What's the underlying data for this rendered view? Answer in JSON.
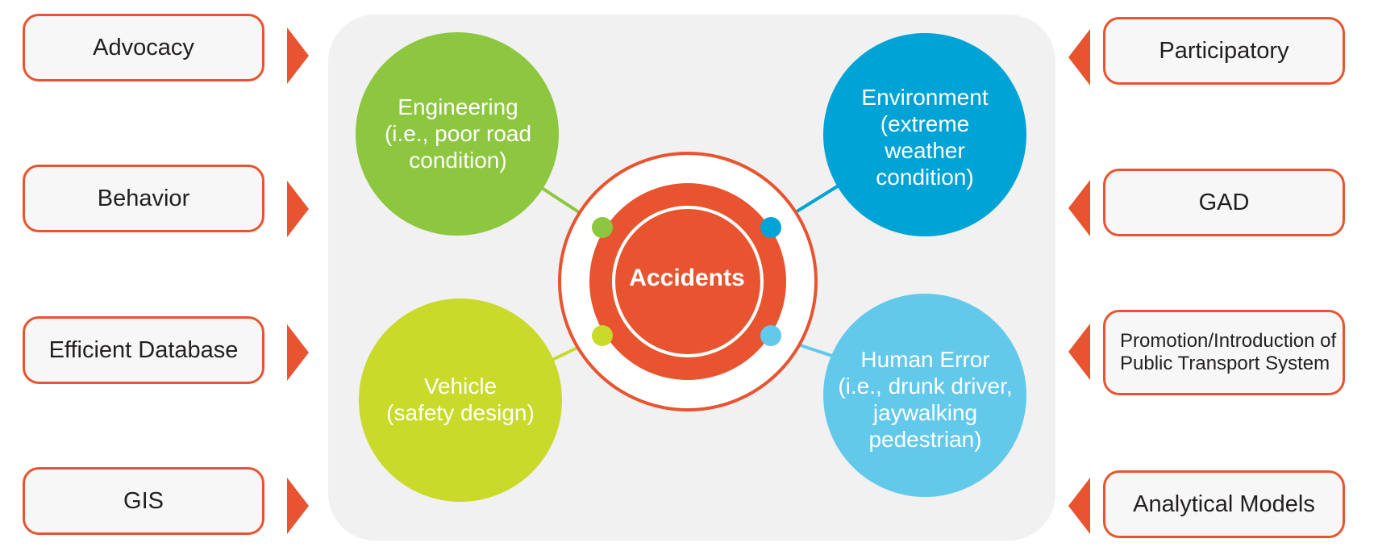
{
  "diagram": {
    "center": {
      "label": "Accidents",
      "color": "#e8542f"
    },
    "factors": [
      {
        "id": "engineering",
        "text": "Engineering\n(i.e., poor road\ncondition)",
        "color": "#8dc63f"
      },
      {
        "id": "environment",
        "text": "Environment\n(extreme\nweather\ncondition)",
        "color": "#00a3d5"
      },
      {
        "id": "vehicle",
        "text": "Vehicle\n(safety design)",
        "color": "#c9da2b"
      },
      {
        "id": "human-error",
        "text": "Human Error\n(i.e., drunk driver,\njaywalking\npedestrian)",
        "color": "#62c9eb"
      }
    ],
    "left_items": [
      "Advocacy",
      "Behavior",
      "Efficient Database",
      "GIS"
    ],
    "right_items": [
      "Participatory",
      "GAD",
      "Promotion/Introduction of Public Transport System",
      "Analytical Models"
    ],
    "colors": {
      "accent": "#e8542f",
      "panel": "#f1f1f1",
      "box_fill": "#f7f7f7"
    }
  }
}
